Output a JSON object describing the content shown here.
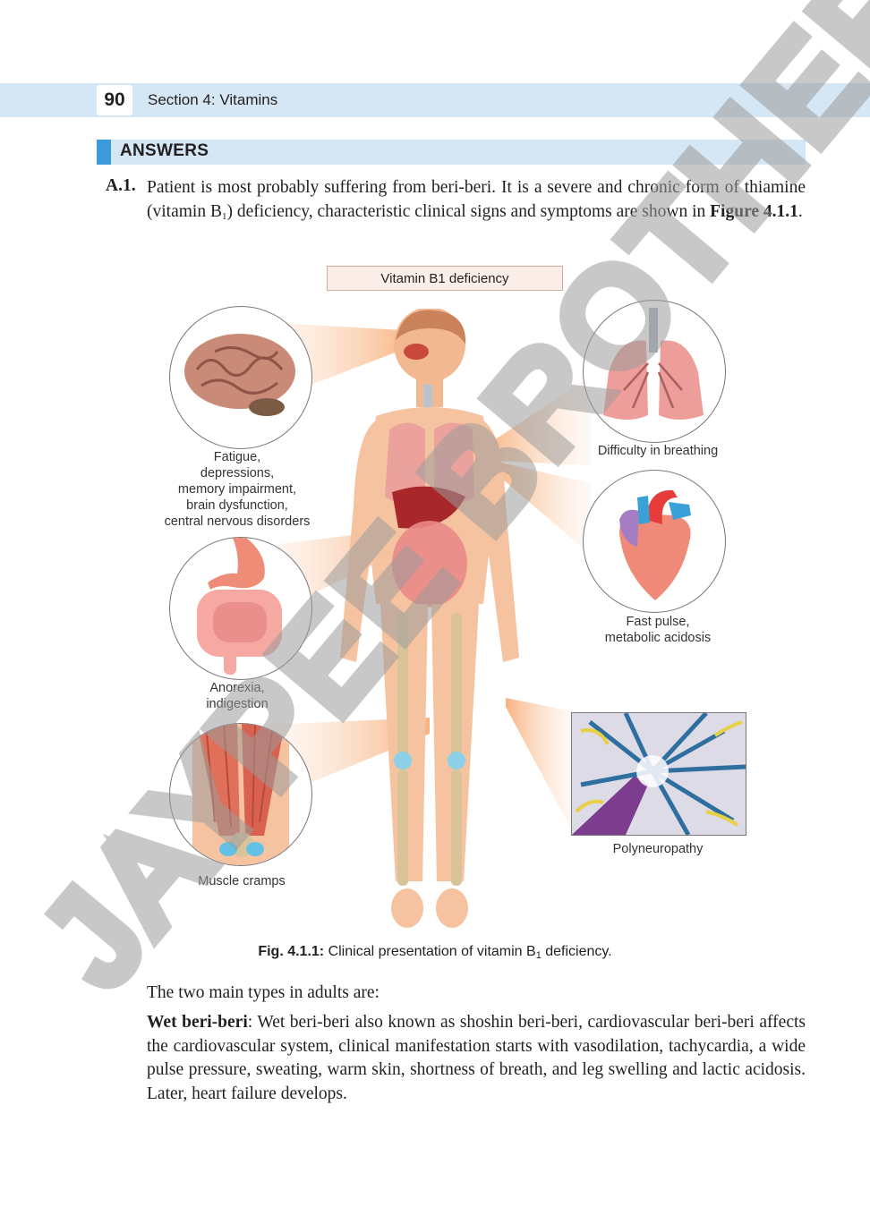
{
  "header": {
    "page_number": "90",
    "section": "Section 4:  Vitamins"
  },
  "answers_heading": "ANSWERS",
  "answer_1": {
    "label": "A.1",
    "text_part1": "Patient is most probably suffering from beri-beri. It is a severe and chronic form of thiamine (vitamin B",
    "subscript": "1",
    "text_part2": ") deficiency, characteristic clinical signs and symptoms are shown in ",
    "figure_ref": "Figure 4.1.1",
    "text_end": "."
  },
  "figure": {
    "title": "Vitamin B1 deficiency",
    "panels": [
      {
        "name": "brain",
        "label_lines": [
          "Fatigue,",
          "depressions,",
          "memory impairment,",
          "brain dysfunction,",
          "central nervous disorders"
        ]
      },
      {
        "name": "lungs",
        "label_lines": [
          "Difficulty in breathing"
        ]
      },
      {
        "name": "heart",
        "label_lines": [
          "Fast pulse,",
          "metabolic acidosis"
        ]
      },
      {
        "name": "digestive",
        "label_lines": [
          "Anorexia,",
          "indigestion"
        ]
      },
      {
        "name": "muscle",
        "label_lines": [
          "Muscle cramps"
        ]
      },
      {
        "name": "neuron",
        "label_lines": [
          "Polyneuropathy"
        ]
      }
    ],
    "caption_label": "Fig. 4.1.1:",
    "caption_text_a": " Clinical presentation of vitamin B",
    "caption_sub": "1",
    "caption_text_b": " deficiency."
  },
  "body": {
    "intro": "The two main types in adults are:",
    "wet_label": "Wet beri-beri",
    "wet_text": ": Wet beri-beri also known as shoshin beri-beri, cardiovascular beri-beri affects the cardiovascular system, clinical manifestation starts with vasodilation, tachycardia, a wide pulse pressure, sweating, warm skin, shortness of breath, and leg swelling and lactic acidosis. Later, heart failure develops."
  },
  "watermark": "JAYPEE BROTHERS",
  "colors": {
    "header_band": "#d5e6f4",
    "accent": "#3b9ad9"
  }
}
